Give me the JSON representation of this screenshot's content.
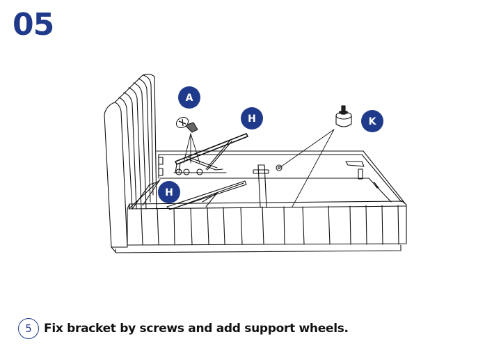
{
  "header": {
    "step_number": "05"
  },
  "illustration": {
    "description": "Ottoman storage bed frame with upholstered headboard; lift brackets and support wheels being attached",
    "badge_color": "#1f3a8a",
    "parts": [
      {
        "id": "A",
        "label": "A",
        "name": "screw"
      },
      {
        "id": "H1",
        "label": "H",
        "name": "lift-bracket"
      },
      {
        "id": "H2",
        "label": "H",
        "name": "lift-bracket"
      },
      {
        "id": "K",
        "label": "K",
        "name": "support-wheel"
      }
    ]
  },
  "instruction": {
    "number": "5",
    "text": "Fix bracket by screws and add support wheels."
  }
}
